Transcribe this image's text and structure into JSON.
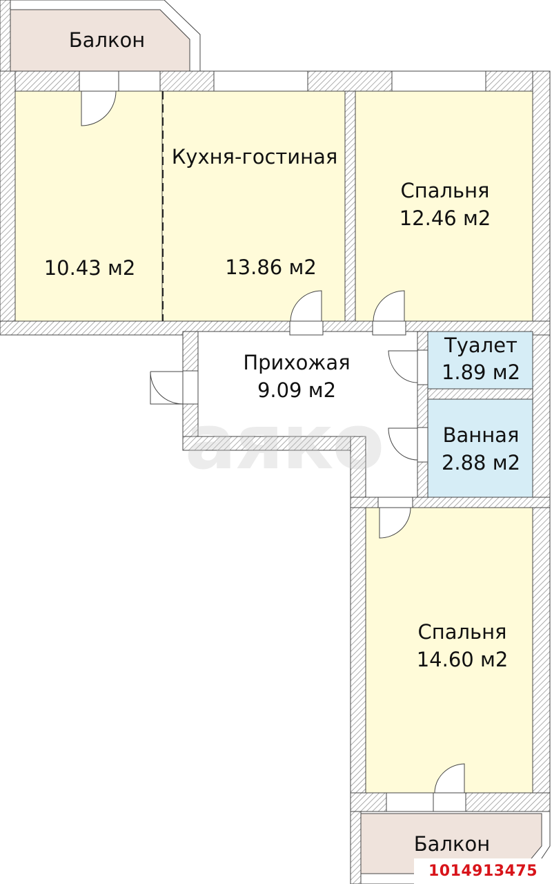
{
  "plan": {
    "colors": {
      "living_room_fill": "#fffbd9",
      "wet_room_fill": "#d6edf6",
      "balcony_fill": "#efe3dc",
      "hallway_fill": "#ffffff",
      "wall_hatch": "#8a8a8a",
      "wall_outline": "#444444",
      "id_color": "#d8141a"
    },
    "rooms": [
      {
        "id": "balcony_top",
        "name": "Балкон",
        "area": ""
      },
      {
        "id": "living_left",
        "name": "",
        "area": "10.43 м2"
      },
      {
        "id": "kitchen_living",
        "name": "Кухня-гостиная",
        "area": "13.86 м2"
      },
      {
        "id": "bedroom_1",
        "name": "Спальня",
        "area": "12.46 м2"
      },
      {
        "id": "hallway",
        "name": "Прихожая",
        "area": "9.09 м2"
      },
      {
        "id": "toilet",
        "name": "Туалет",
        "area": "1.89 м2"
      },
      {
        "id": "bathroom",
        "name": "Ванная",
        "area": "2.88 м2"
      },
      {
        "id": "bedroom_2",
        "name": "Спальня",
        "area": "14.60 м2"
      },
      {
        "id": "balcony_bottom",
        "name": "Балкон",
        "area": ""
      }
    ],
    "watermark": "аяко",
    "listing_id": "1014913475"
  }
}
